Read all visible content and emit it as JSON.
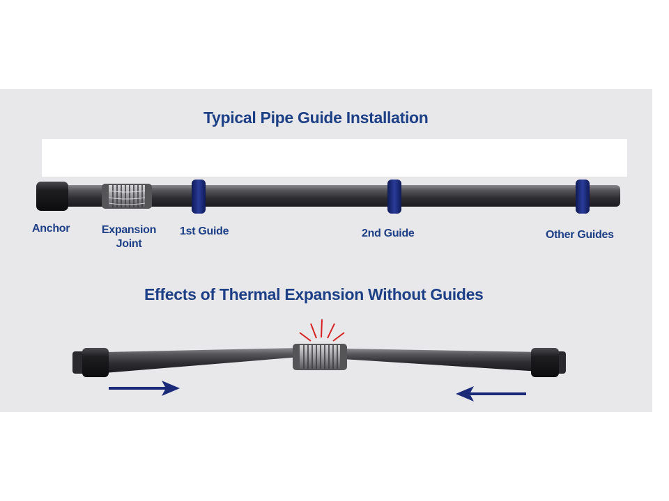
{
  "diagram": {
    "title_installation": "Typical Pipe Guide Installation",
    "title_effects": "Effects of Thermal Expansion Without Guides",
    "labels": {
      "anchor": "Anchor",
      "expansion_line1": "Expansion",
      "expansion_line2": "Joint",
      "guide1": "1st Guide",
      "guide2": "2nd Guide",
      "other_guides": "Other Guides"
    },
    "colors": {
      "panel": "#e8e8ea",
      "title_text": "#1d3f86",
      "pipe": "#3c3c3f",
      "guide": "#1a2a78",
      "arrow": "#1a2a78",
      "stress_lines": "#d42020"
    }
  }
}
